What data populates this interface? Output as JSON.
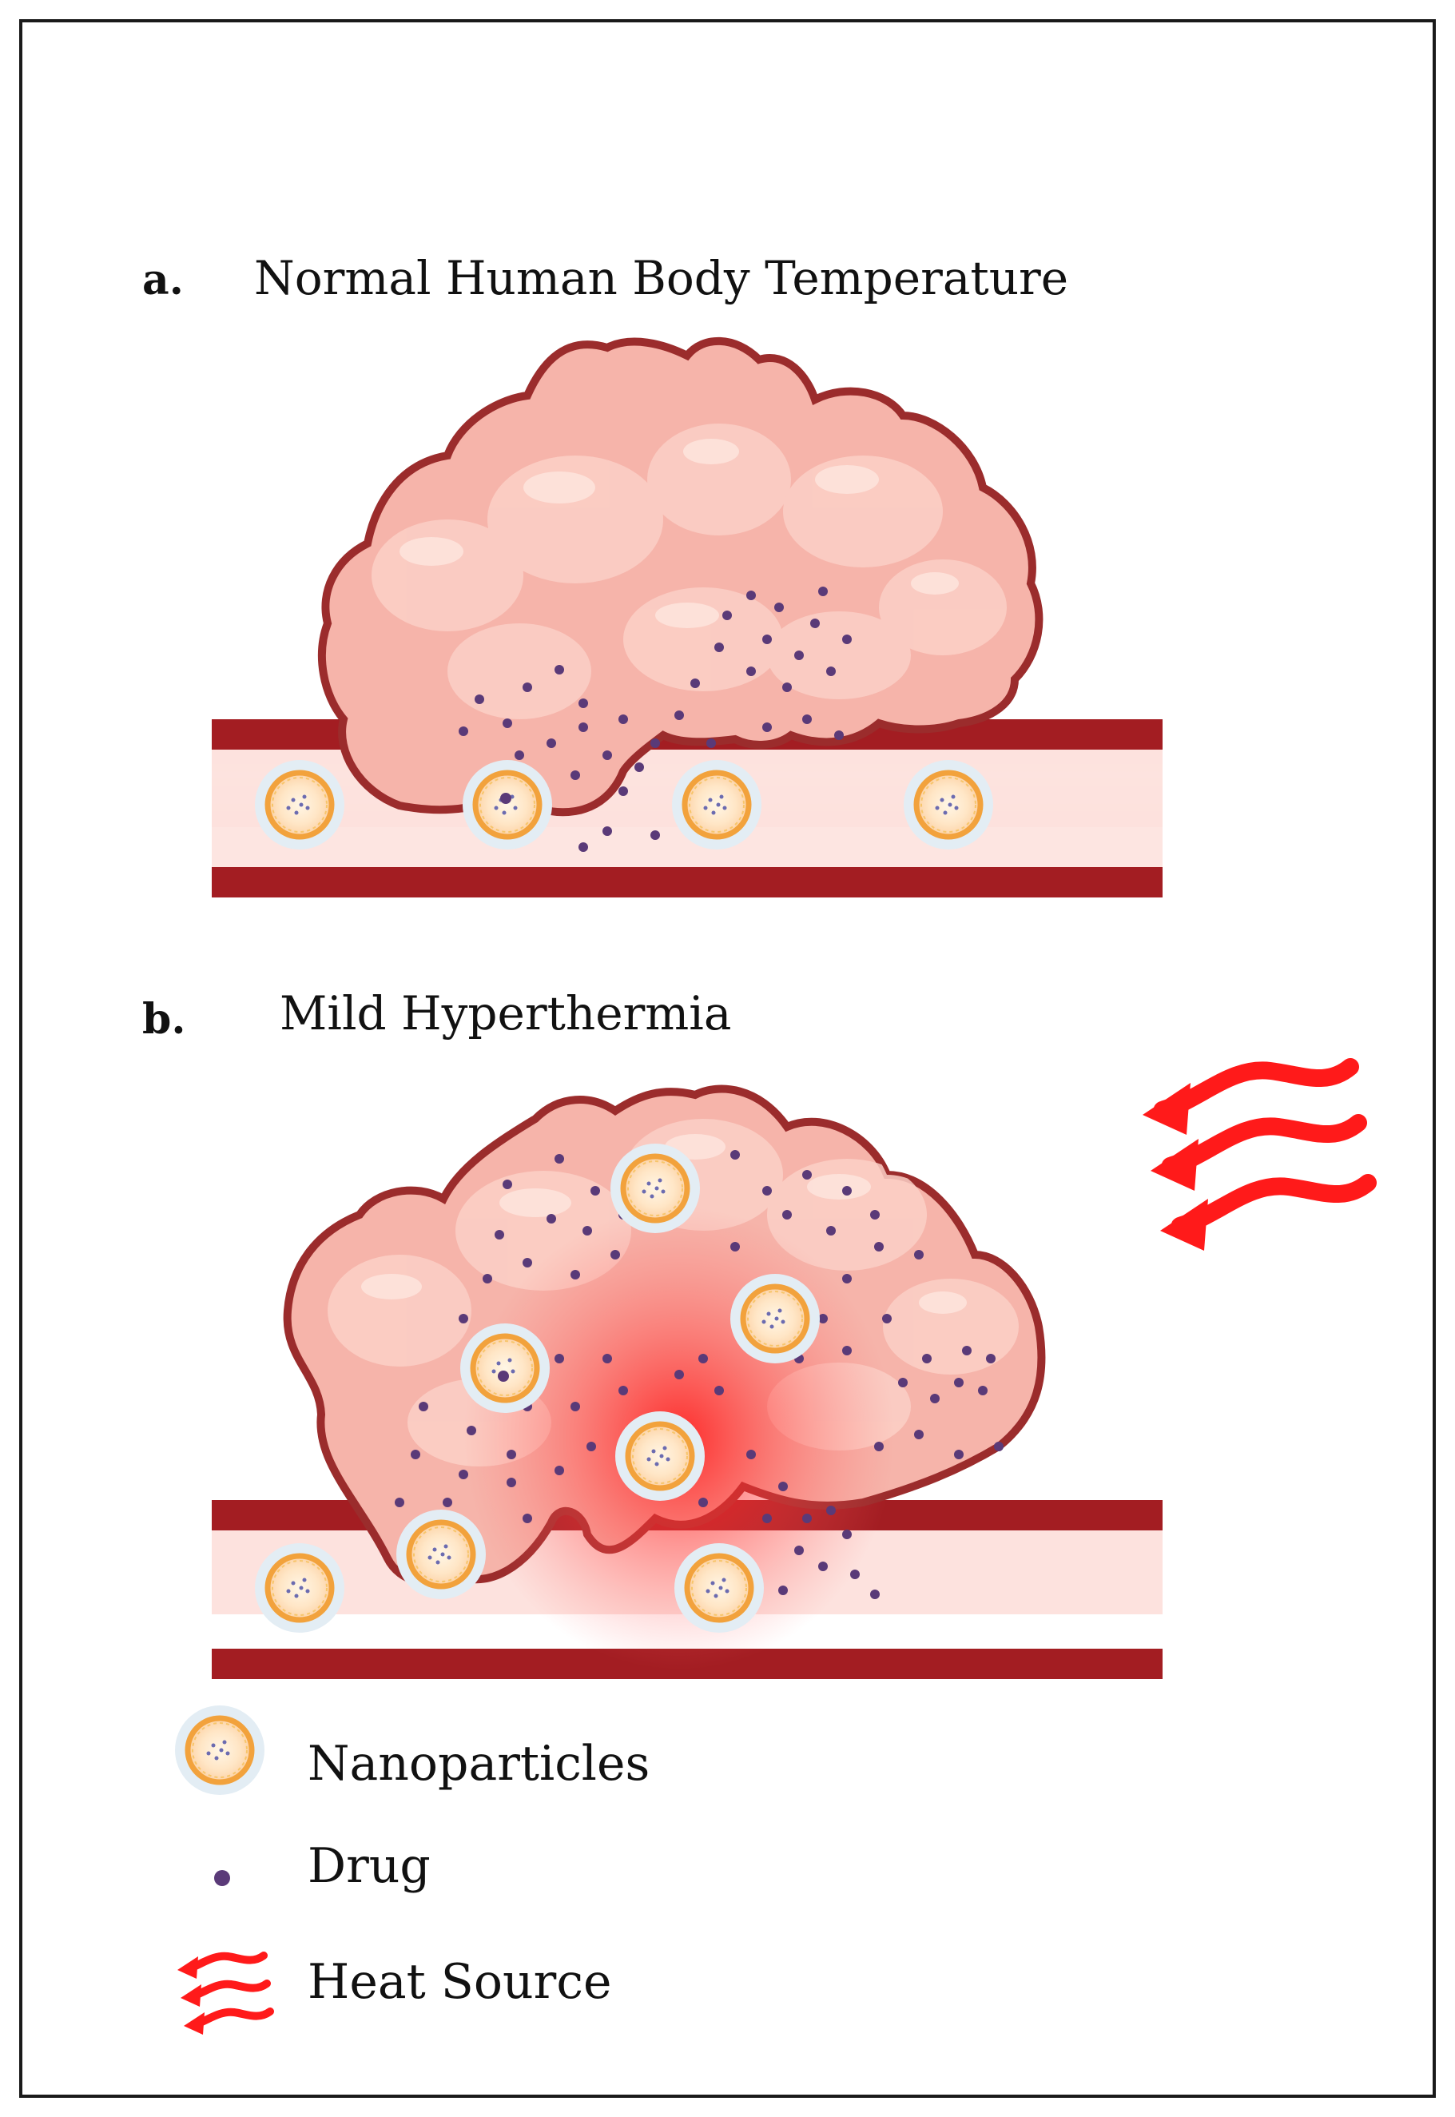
{
  "panel_a": {
    "letter": "a.",
    "title": "Normal Human Body Temperature"
  },
  "panel_b": {
    "letter": "b.",
    "title": "Mild Hyperthermia"
  },
  "legend": {
    "nanoparticles_label": "Nanoparticles",
    "drug_label": "Drug",
    "heat_label": "Heat Source"
  },
  "colors": {
    "vessel_wall": "#a31d22",
    "vessel_lumen": "#fbdcd9",
    "tumor_fill": "#f6b4aa",
    "tumor_outline": "#9b2c2c",
    "drug_dot": "#5a3a78",
    "nanoparticle_ring": "#f2a23c",
    "nanoparticle_halo": "#dcebf5",
    "heat_arrow": "#ff1a1a"
  }
}
